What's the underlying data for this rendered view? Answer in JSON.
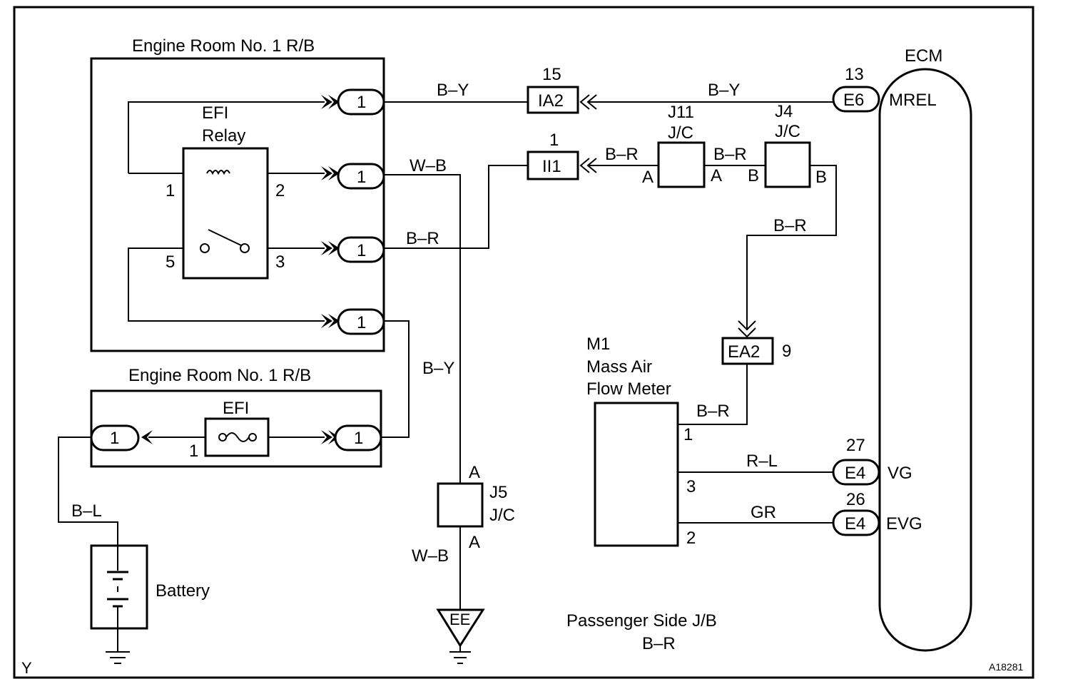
{
  "labels": {
    "rb_top_title": "Engine Room No. 1 R/B",
    "rb_bottom_title": "Engine Room No. 1 R/B",
    "efi_relay_line1": "EFI",
    "efi_relay_line2": "Relay",
    "efi_fuse": "EFI",
    "ecm": "ECM",
    "battery": "Battery",
    "mafm_line1": "M1",
    "mafm_line2": "Mass Air",
    "mafm_line3": "Flow Meter",
    "passenger_jb_line1": "Passenger Side J/B",
    "passenger_jb_line2": "B–R",
    "corner_left": "Y",
    "corner_right": "A18281"
  },
  "relay_pins": {
    "p1": "1",
    "p2": "2",
    "p3": "3",
    "p5": "5"
  },
  "rb_connectors": [
    "1",
    "1",
    "1",
    "1"
  ],
  "rb2_connectors": {
    "left": "1",
    "right": "1",
    "fuse_pin": "1"
  },
  "connectors": {
    "IA2": {
      "id": "IA2",
      "pin": "15"
    },
    "II1": {
      "id": "II1",
      "pin": "1"
    },
    "EA2": {
      "id": "EA2",
      "pin": "9"
    },
    "E6": {
      "id": "E6",
      "pin": "13",
      "signal": "MREL"
    },
    "E4_vg": {
      "id": "E4",
      "pin": "27",
      "signal": "VG"
    },
    "E4_evg": {
      "id": "E4",
      "pin": "26",
      "signal": "EVG"
    },
    "EE": {
      "id": "EE"
    }
  },
  "junctions": {
    "J11": {
      "name": "J11",
      "type": "J/C",
      "left": "A",
      "right": "A"
    },
    "J4": {
      "name": "J4",
      "type": "J/C",
      "left": "B",
      "right": "B"
    },
    "J5": {
      "name": "J5",
      "type": "J/C",
      "top": "A",
      "bottom": "A"
    }
  },
  "mafm_pins": {
    "p1": "1",
    "p3": "3",
    "p2": "2"
  },
  "wires": {
    "by_rb_ia2": "B–Y",
    "by_ia2_ecm": "B–Y",
    "br_ii1_j11": "B–R",
    "br_j11_j4": "B–R",
    "br_j4_ea2": "B–R",
    "wb_top": "W–B",
    "br_relay": "B–R",
    "by_vertical": "B–Y",
    "bl_battery": "B–L",
    "wb_bottom": "W–B",
    "br_mafm": "B–R",
    "rl_vg": "R–L",
    "gr_evg": "GR"
  }
}
